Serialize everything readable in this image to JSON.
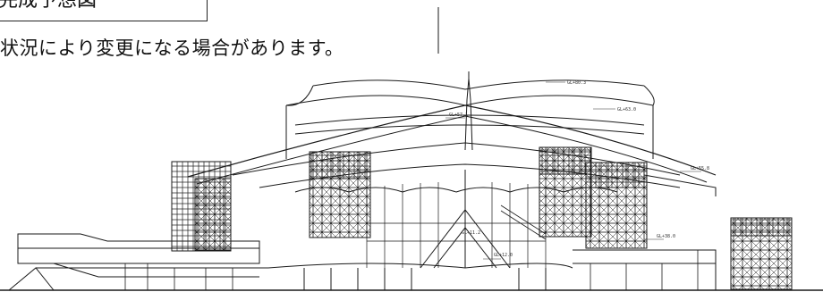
{
  "header": {
    "title": "完成予想図",
    "note": "状況により変更になる場合があります。"
  },
  "drawing": {
    "type": "architectural-elevation",
    "dimension_labels": [
      "GL+80.3",
      "GL+63.0",
      "GL+57.1",
      "GL+55.8",
      "GL+38.0",
      "GL+12.0",
      "GL+11.2"
    ]
  }
}
